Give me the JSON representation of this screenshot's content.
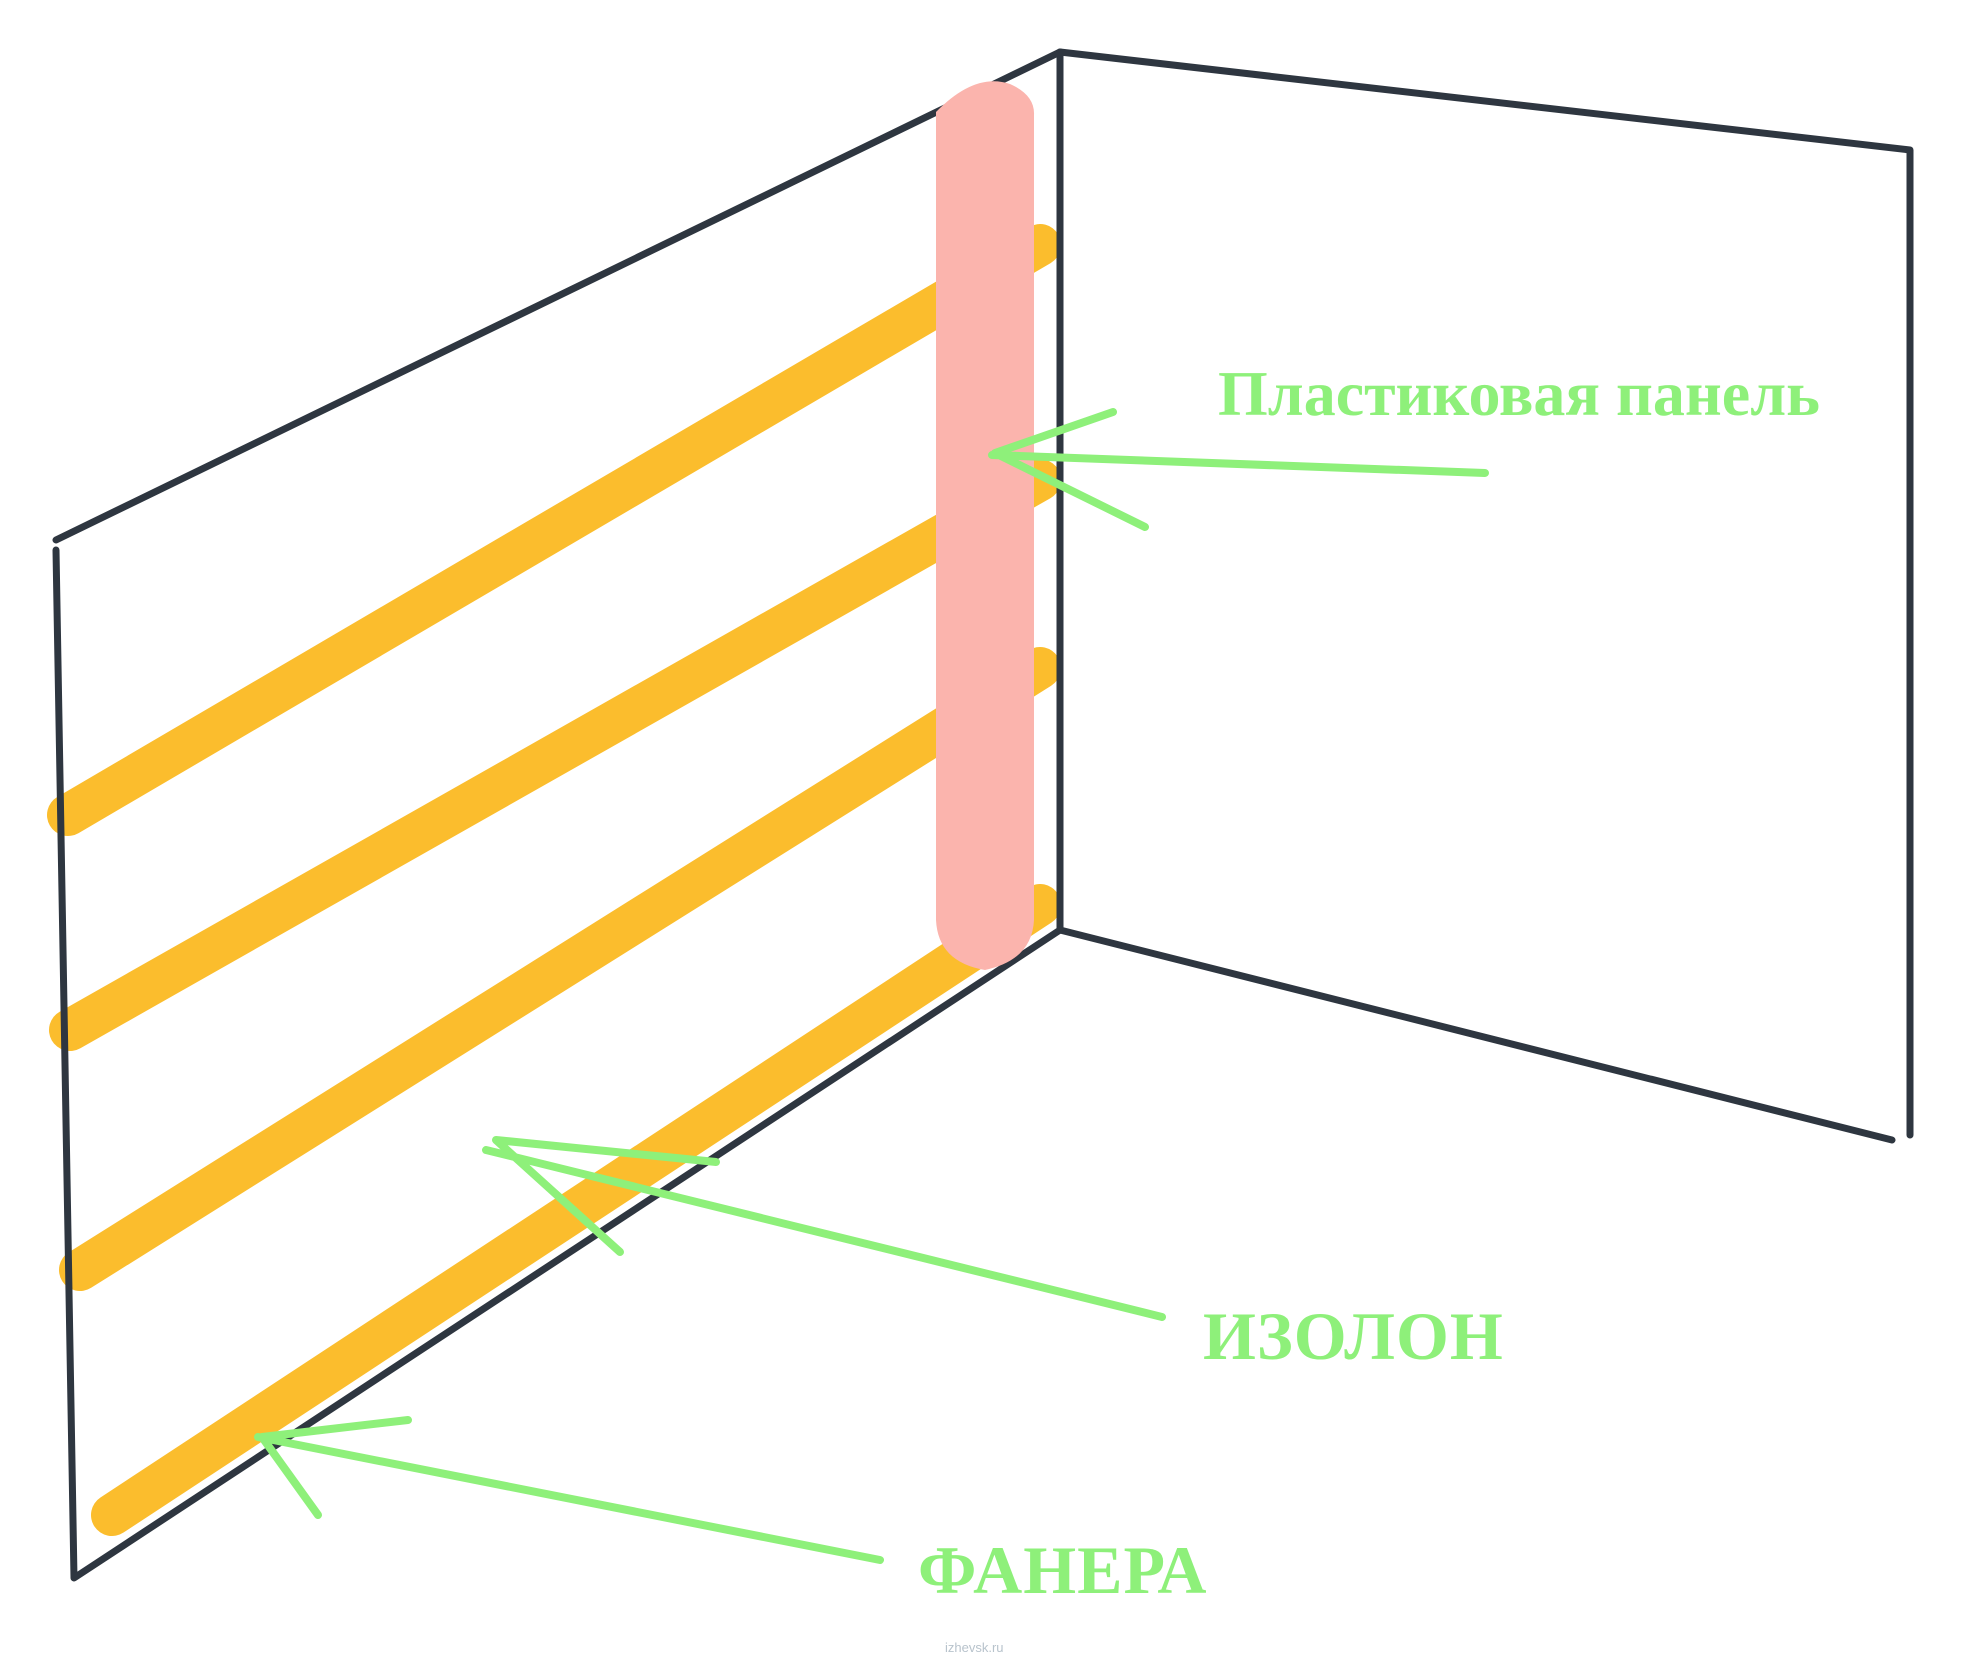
{
  "labels": {
    "panel": "Пластиковая панель",
    "izolon": "ИЗОЛОН",
    "fanera": "ФАНЕРА"
  },
  "watermark": "izhevsk.ru",
  "colors": {
    "walls": "#2e3640",
    "plywood_strips": "#fbbd2d",
    "plastic_panel": "#fbb4ad",
    "arrows_and_labels": "#8ef07a",
    "background": "#ffffff"
  }
}
